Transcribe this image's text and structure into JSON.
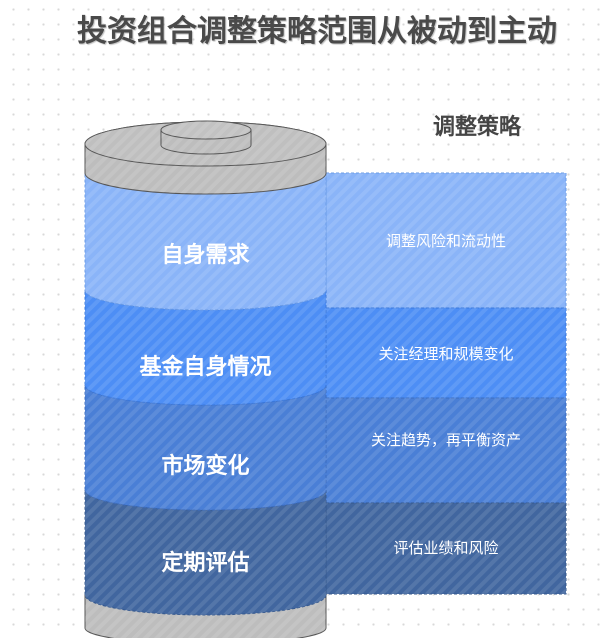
{
  "title": "投资组合调整策略范围从被动到主动",
  "strategy_heading": "调整策略",
  "colors": {
    "cap_gray": "#bdbdbd",
    "layer_1": "#8ab4f8",
    "layer_2": "#4d8ef5",
    "layer_3": "#4a7fd6",
    "layer_4": "#41669f",
    "text_dark": "#4a4a4a"
  },
  "layers": [
    {
      "label": "自身需求",
      "strategy": "调整风险和流动性"
    },
    {
      "label": "基金自身情况",
      "strategy": "关注经理和规模变化"
    },
    {
      "label": "市场变化",
      "strategy": "关注趋势，再平衡资产"
    },
    {
      "label": "定期评估",
      "strategy": "评估业绩和风险"
    }
  ]
}
